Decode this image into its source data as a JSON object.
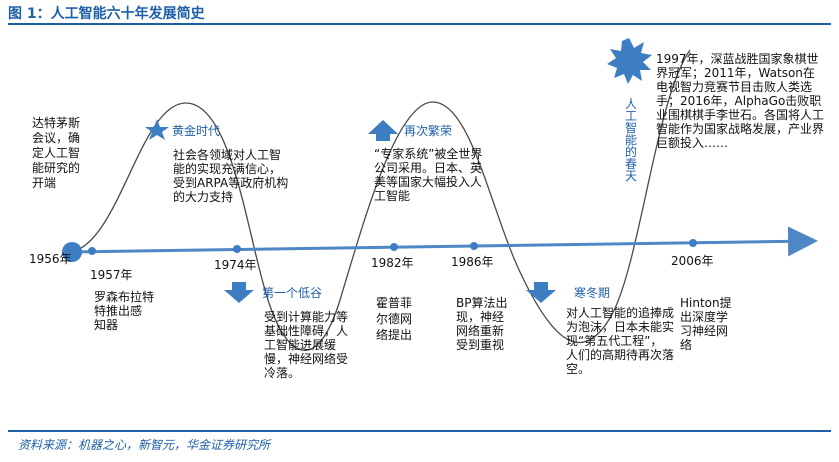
{
  "title": "图 1：人工智能六十年发展简史",
  "source": "资料来源：机器之心，新智元，华金证券研究所",
  "colors": {
    "accent": "#1f5fa8",
    "line": "#4f86c6",
    "node": "#3d7ec2"
  },
  "years": {
    "y1956": "1956年",
    "y1957": "1957年",
    "y1974": "1974年",
    "y1982": "1982年",
    "y1986": "1986年",
    "y2006": "2006年"
  },
  "phases": {
    "golden": {
      "label": "黄金时代",
      "icon": "star-icon",
      "desc": "社会各领域对人工智能的实现充满信心，受到ARPA等政府机构的大力支持"
    },
    "trough1": {
      "label": "第一个低谷",
      "icon": "down-arrow-icon",
      "desc": "受到计算能力等基础性障碍，人工智能进展缓慢，神经网络受冷落。"
    },
    "boom": {
      "label": "再次繁荣",
      "icon": "up-arrow-icon",
      "desc": "“专家系统”被全世界公司采用。日本、英美等国家大幅投入人工智能"
    },
    "winter": {
      "label": "寒冬期",
      "icon": "down-arrow-icon",
      "desc": "对人工智能的追捧成为泡沫，日本未能实现“第五代工程”，人们的高期待再次落空。"
    },
    "spring": {
      "label": "人工智能的春天",
      "icon": "burst-icon",
      "desc": "1997年，深蓝战胜国家象棋世界冠军；2011年，Watson在电视智力竞赛节目击败人类选手；2016年，AlphaGo击败职业围棋棋手李世石。各国将人工智能作为国家战略发展，产业界巨额投入……"
    }
  },
  "events": {
    "e1956": "达特茅斯会议，确定人工智能研究的开端",
    "e1957": [
      "罗森布拉特",
      "特推出感",
      "知器"
    ],
    "e1982": [
      "霍普菲",
      "尔德网",
      "络提出"
    ],
    "e1986": "BP算法出现，神经网络重新受到重视",
    "e2006": "Hinton提出深度学习神经网络"
  }
}
